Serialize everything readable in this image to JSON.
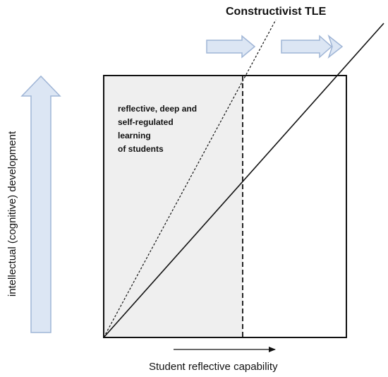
{
  "title": "Constructivist TLE",
  "region_label": [
    "reflective, deep and",
    "self-regulated",
    "learning",
    "of students"
  ],
  "x_axis_label": "Student reflective capability",
  "y_axis_label": "intellectual (cognitive) development",
  "colors": {
    "shaded_region": "#efefef",
    "arrow_fill": "#dce6f4",
    "arrow_stroke": "#9fb5d6",
    "line": "#111111"
  },
  "icons": [
    "up-arrow",
    "right-arrow",
    "double-right-arrow"
  ]
}
